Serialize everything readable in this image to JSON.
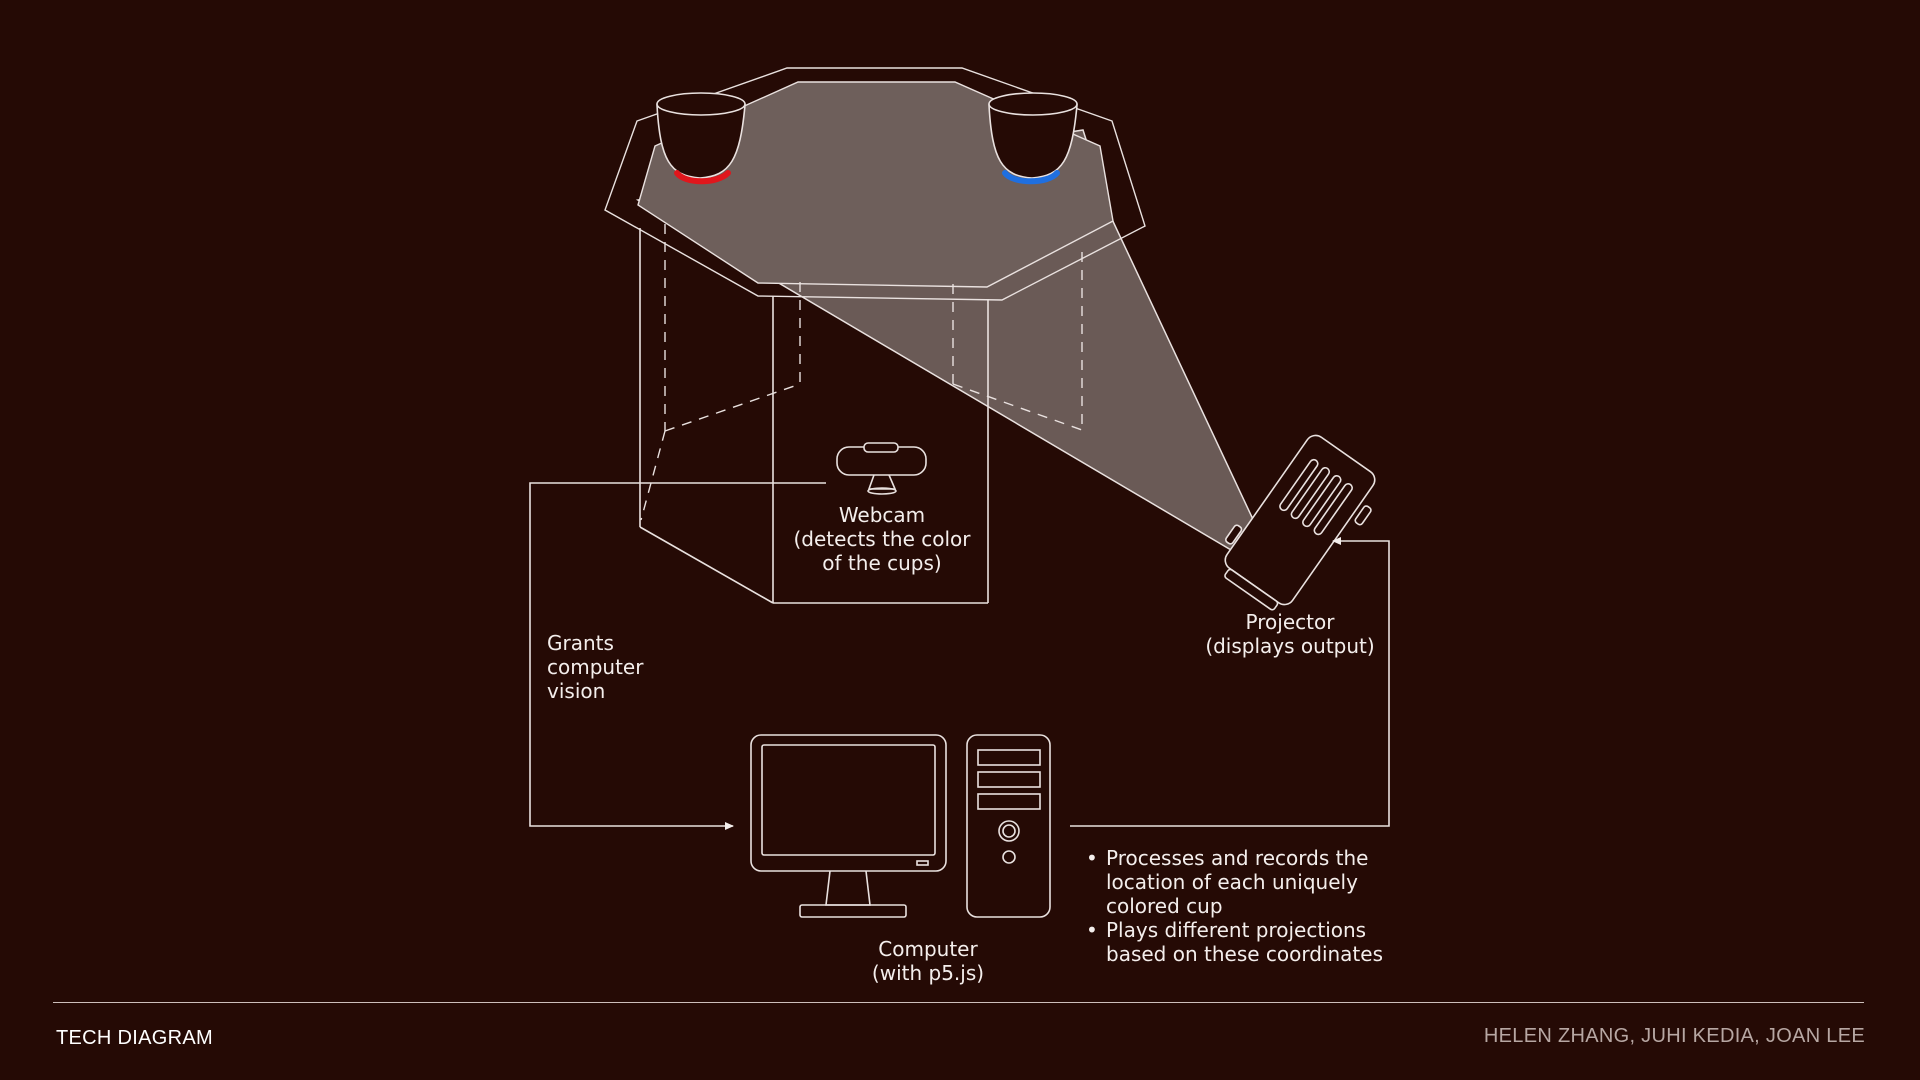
{
  "labels": {
    "webcam": "Webcam\n(detects the  color\nof the cups)",
    "projector": "Projector\n(displays output)",
    "grants": "Grants\ncomputer\nvision",
    "computer": "Computer\n(with p5.js)"
  },
  "notes": [
    "Processes and records the location of each uniquely colored cup",
    "Plays different projections based on these coordinates"
  ],
  "footer": {
    "title": "TECH DIAGRAM",
    "authors": "HELEN ZHANG, JUHI KEDIA, JOAN LEE"
  },
  "colors": {
    "background": "#250a05",
    "line": "#f4eeec",
    "table_fill": "#6e5f5b",
    "cup_left_marker": "#e0161c",
    "cup_right_marker": "#1f6fe0"
  },
  "icons": [
    "cup-icon",
    "webcam-icon",
    "projector-icon",
    "monitor-icon",
    "computer-tower-icon",
    "arrow-icon"
  ]
}
